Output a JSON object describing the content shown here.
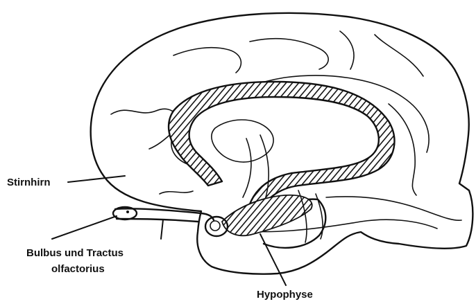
{
  "labels": {
    "stirnhirn": "Stirnhirn",
    "bulbus_line1": "Bulbus und Tractus",
    "bulbus_line2": "olfactorius",
    "hypophyse": "Hypophyse"
  },
  "colors": {
    "ink": "#111111",
    "background": "#ffffff"
  }
}
